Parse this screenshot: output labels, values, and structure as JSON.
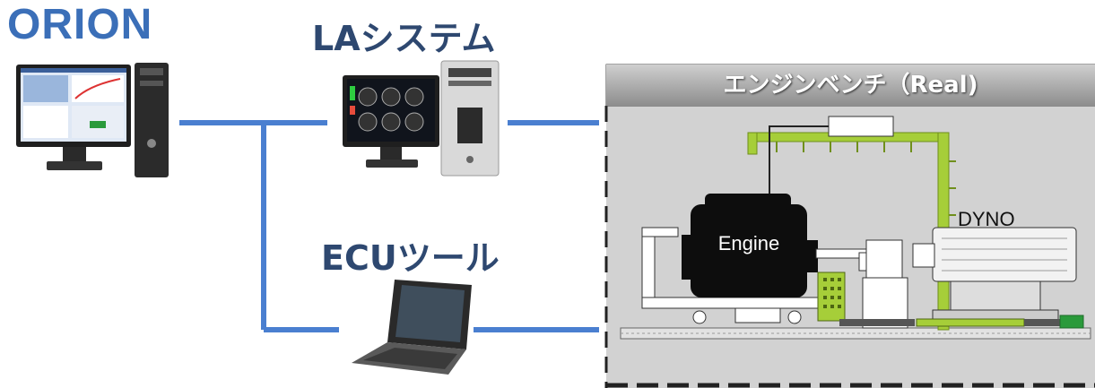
{
  "diagram": {
    "orion_label": "ORION",
    "la_system_label": "LAシステム",
    "ecu_tool_label": "ECUツール",
    "bench_title": "エンジンベンチ（Real)",
    "engine_label": "Engine",
    "dyno_label": "DYNO"
  },
  "colors": {
    "connector": "#4a7fd0",
    "orion_text": "#3b6fb8",
    "label_text": "#2e4870",
    "bench_frame": "#a6ce39"
  },
  "icons": [
    "desktop-computer-icon",
    "desktop-computer-icon",
    "laptop-icon",
    "engine-icon",
    "dyno-icon"
  ]
}
